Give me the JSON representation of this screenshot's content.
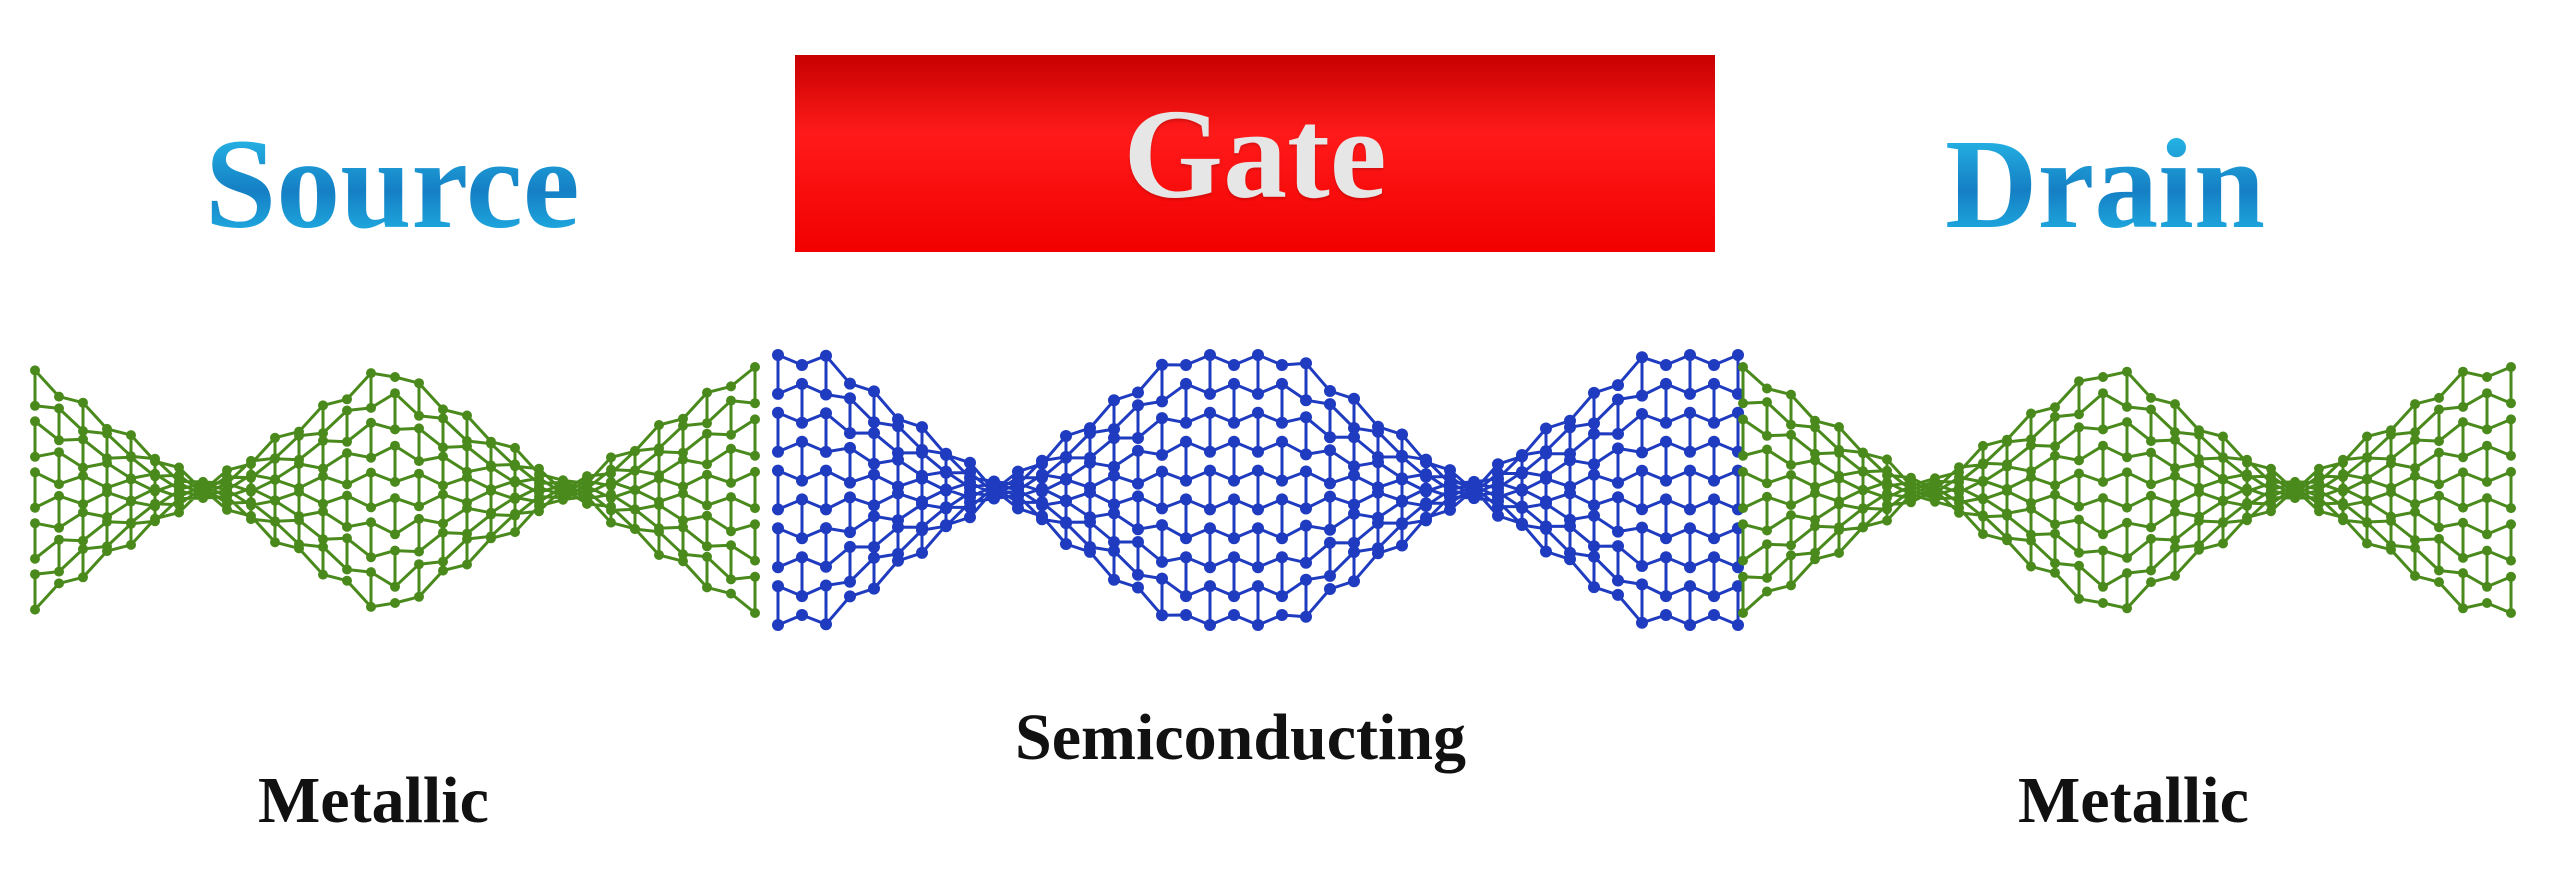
{
  "labels": {
    "source": "Source",
    "gate": "Gate",
    "drain": "Drain",
    "metallic_left": "Metallic",
    "semiconducting": "Semiconducting",
    "metallic_right": "Metallic"
  },
  "colors": {
    "metallic": "#4a8a1c",
    "semiconducting": "#1f3bbf",
    "gate": "#f50000",
    "electrode_text": "#1aa3d9",
    "caption_text": "#111111"
  },
  "regions": [
    {
      "name": "metallic-left",
      "material": "metallic"
    },
    {
      "name": "semiconducting-center",
      "material": "semiconducting"
    },
    {
      "name": "metallic-right",
      "material": "metallic"
    }
  ]
}
